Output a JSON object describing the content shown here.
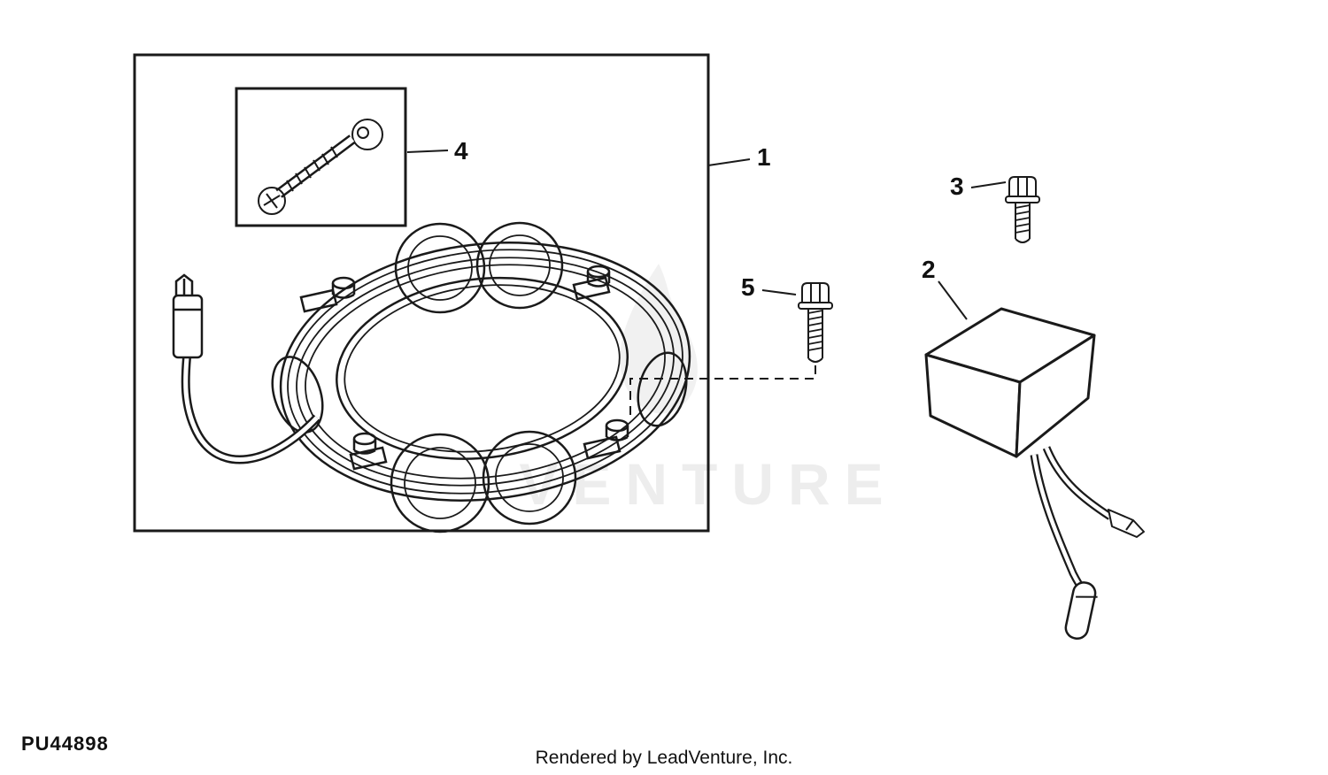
{
  "page": {
    "background": "#ffffff",
    "line_color": "#1a1a1a",
    "part_code": "PU44898",
    "footer_credit": "Rendered by LeadVenture, Inc.",
    "watermark_text": "VENTURE",
    "watermark_color": "#ededed"
  },
  "callouts": {
    "c1": "1",
    "c2": "2",
    "c3": "3",
    "c4": "4",
    "c5": "5"
  }
}
